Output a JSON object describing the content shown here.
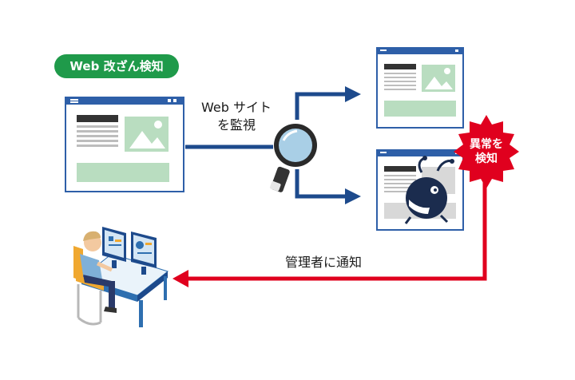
{
  "title_badge": "Web 改ざん検知",
  "monitor_label_line1": "Web サイト",
  "monitor_label_line2": "を監視",
  "notify_label": "管理者に通知",
  "alert_line1": "異常を",
  "alert_line2": "検知",
  "colors": {
    "accent_green": "#1f9a4a",
    "flow_blue": "#1d4a8c",
    "alert_red": "#e0001e",
    "window_blue": "#2e5fa8",
    "content_green": "#b9ddc0"
  }
}
